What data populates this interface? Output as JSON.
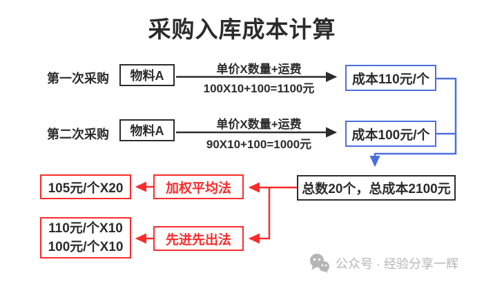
{
  "title": "采购入库成本计算",
  "colors": {
    "ink": "#2b2b2b",
    "blue": "#4a6ee0",
    "red": "#fa2b2b",
    "watermark_gray": "#b5b5b5"
  },
  "rows": [
    {
      "label": "第一次采购",
      "item": "物料A",
      "formula_top": "单价X数量+运费",
      "formula_bottom": "100X10+100=1100元",
      "result": "成本110元/个"
    },
    {
      "label": "第二次采购",
      "item": "物料A",
      "formula_top": "单价X数量+运费",
      "formula_bottom": "90X10+100=1000元",
      "result": "成本100元/个"
    }
  ],
  "total_box": "总数20个，总成本2100元",
  "methods": [
    {
      "name": "加权平均法",
      "result_lines": [
        "105元/个X20"
      ]
    },
    {
      "name": "先进先出法",
      "result_lines": [
        "110元/个X10",
        "100元/个X10"
      ]
    }
  ],
  "watermark": {
    "icon": "wechat-icon",
    "text": "公众号 · 经验分享一辉"
  }
}
